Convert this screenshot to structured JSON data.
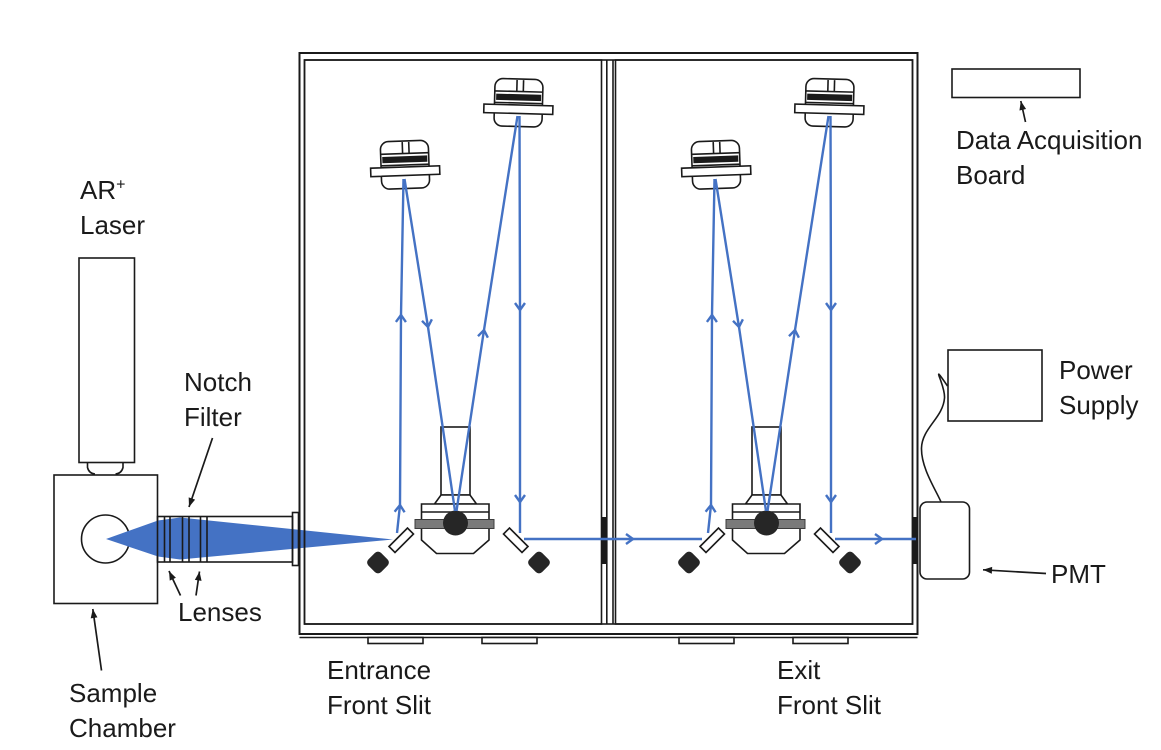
{
  "colors": {
    "beam": "#4472C4",
    "ink": "#1a1a1a",
    "gray_bar": "#7a7a7a",
    "knob": "#262626"
  },
  "labels": {
    "laser": {
      "line1": "AR",
      "sup": "+",
      "line2": "Laser"
    },
    "notch_filter": {
      "line1": "Notch",
      "line2": "Filter"
    },
    "lenses": {
      "line1": "Lenses"
    },
    "sample_chamber": {
      "line1": "Sample",
      "line2": "Chamber"
    },
    "entrance_slit": {
      "line1": "Entrance",
      "line2": "Front Slit"
    },
    "exit_slit": {
      "line1": "Exit",
      "line2": "Front Slit"
    },
    "daq_board": {
      "line1": "Data Acquisition",
      "line2": "Board"
    },
    "power_supply": {
      "line1": "Power",
      "line2": "Supply"
    },
    "pmt": {
      "line1": "PMT"
    }
  }
}
